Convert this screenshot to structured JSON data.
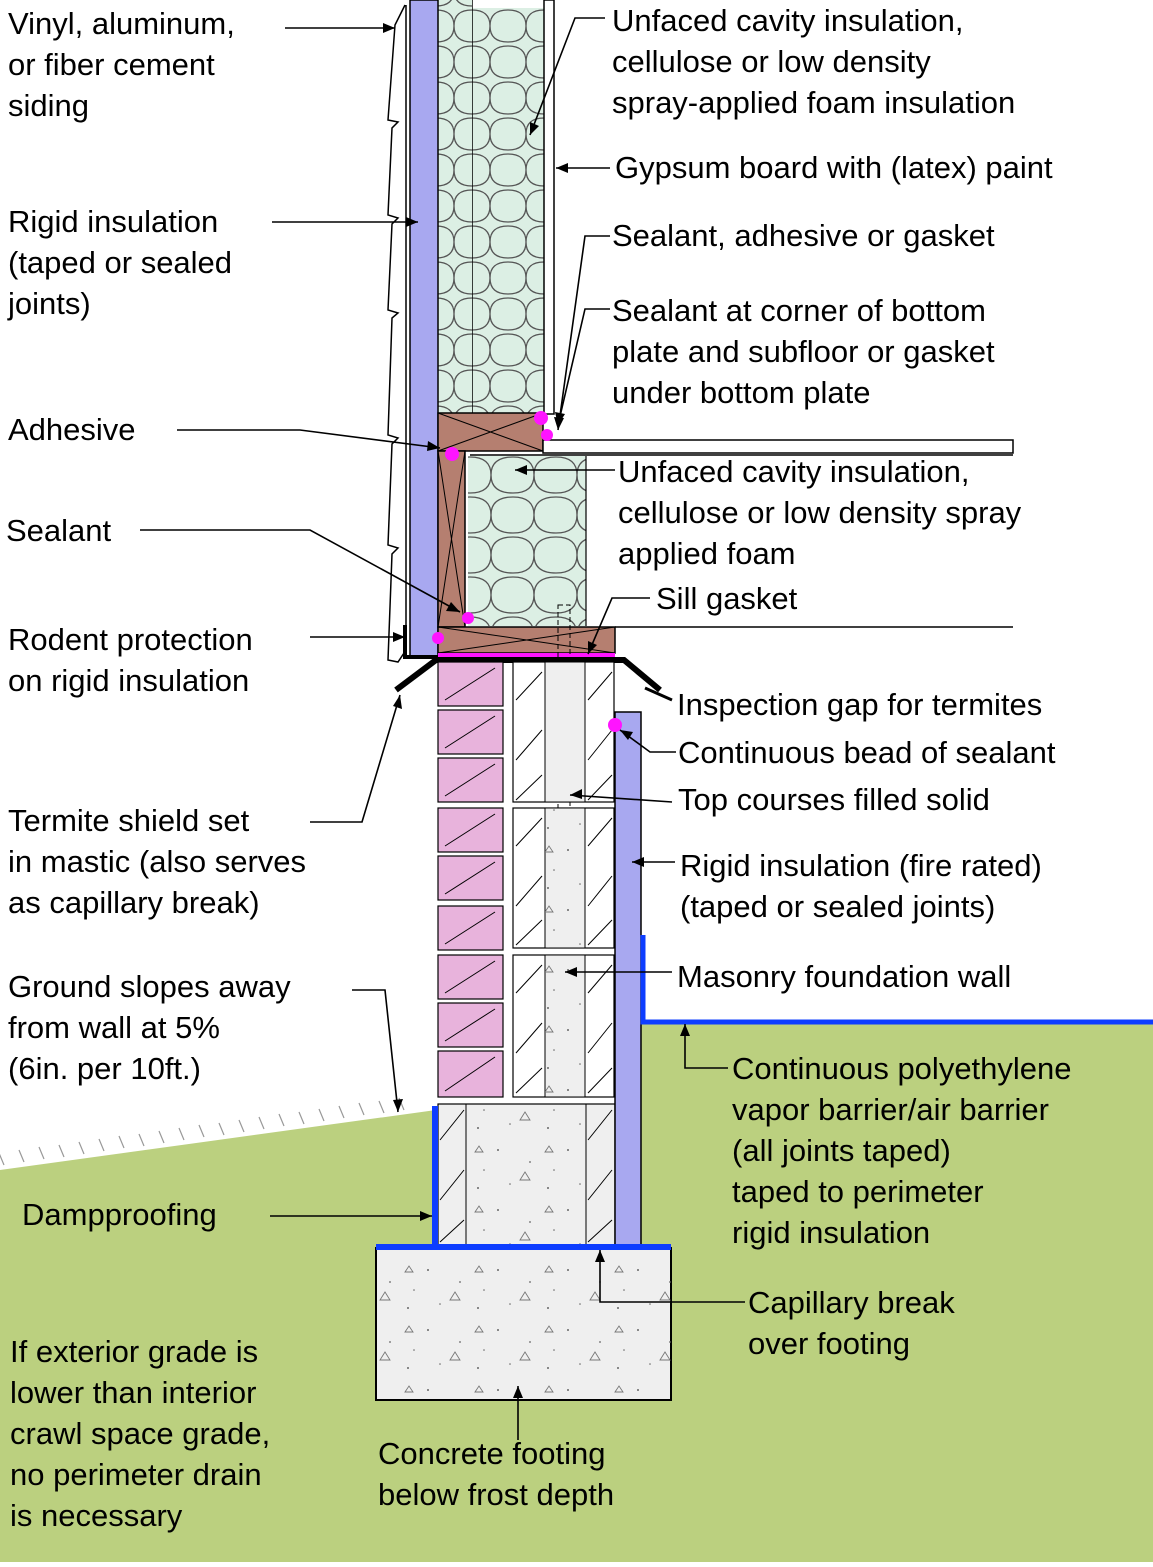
{
  "labels": {
    "siding": "Vinyl, aluminum,\nor fiber cement\nsiding",
    "rigid_insulation_top": "Rigid insulation\n(taped or sealed\njoints)",
    "adhesive": "Adhesive",
    "sealant": "Sealant",
    "rodent_protection": "Rodent protection\non rigid insulation",
    "termite_shield": "Termite shield set\nin mastic (also serves\nas capillary break)",
    "ground_slopes": "Ground slopes away\nfrom wall at 5%\n(6in. per 10ft.)",
    "dampproofing": "Dampproofing",
    "exterior_grade_note": "If exterior grade is\nlower than interior\ncrawl space grade,\nno perimeter drain\nis necessary",
    "unfaced_cavity_top": "Unfaced cavity insulation,\ncellulose or low density\nspray-applied foam insulation",
    "gypsum": "Gypsum board with (latex) paint",
    "sealant_adhesive_gasket": "Sealant, adhesive or gasket",
    "sealant_corner": "Sealant at corner of bottom\nplate and subfloor or gasket\nunder bottom plate",
    "unfaced_cavity_rim": "Unfaced cavity insulation,\ncellulose or low density spray\napplied foam",
    "sill_gasket": "Sill gasket",
    "inspection_gap": "Inspection gap for termites",
    "continuous_bead": "Continuous bead of sealant",
    "top_courses": "Top courses filled solid",
    "rigid_fire_rated": "Rigid insulation (fire rated)\n(taped or sealed joints)",
    "masonry_wall": "Masonry foundation wall",
    "poly_vapor_barrier": "Continuous polyethylene\nvapor barrier/air barrier\n(all joints taped)\ntaped to perimeter\nrigid insulation",
    "capillary_break": "Capillary break\nover footing",
    "concrete_footing": "Concrete footing\nbelow frost depth"
  },
  "colors": {
    "rigid_insulation": "#a8a8f0",
    "cavity_insulation": "#dcefe4",
    "wood_framing": "#b57f70",
    "brick": "#e8b3dc",
    "ground": "#bbd07f",
    "concrete": "#f0f0f0",
    "sealant": "#ff14ff",
    "poly_barrier": "#0d3dff"
  }
}
